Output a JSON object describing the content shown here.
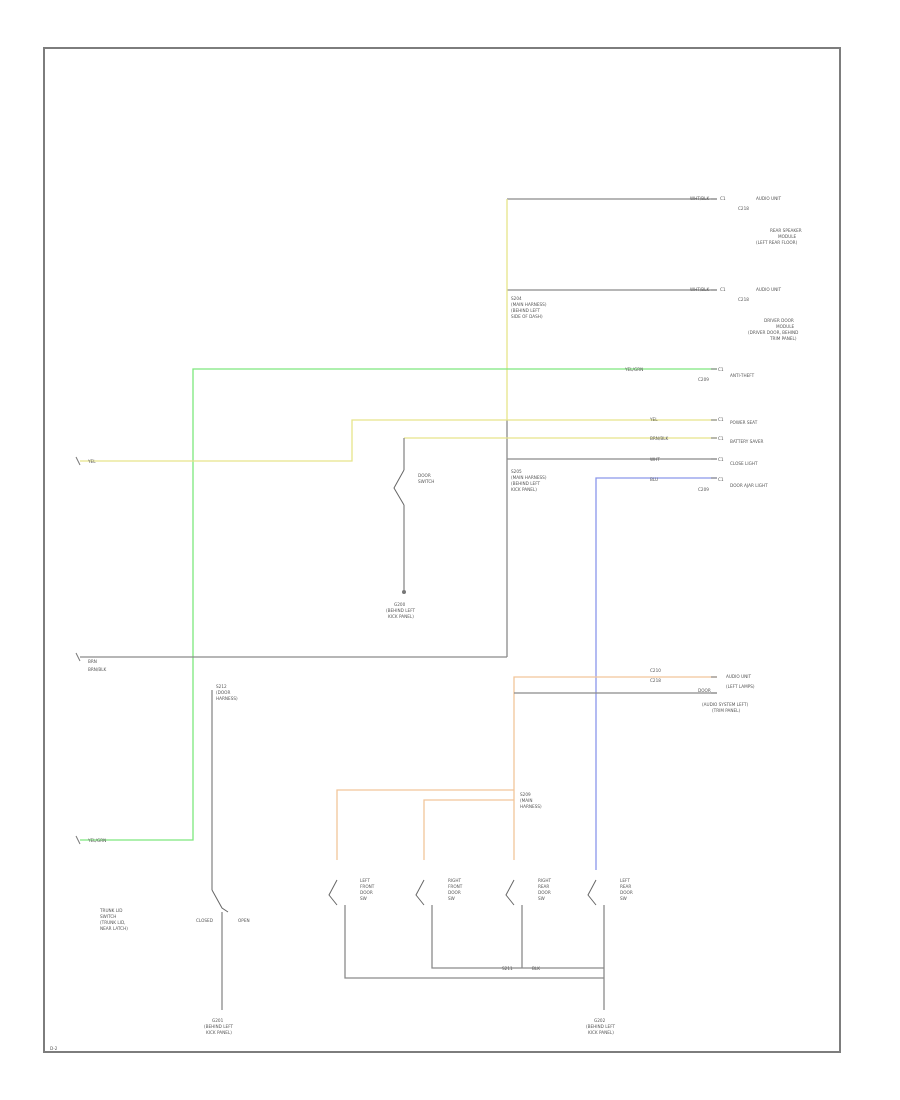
{
  "colors": {
    "frame": "#7d7d7d",
    "wire_black": "#8a8a8a",
    "wire_yellow": "#e6e48a",
    "wire_green": "#7de87d",
    "wire_blue": "#8a96ea",
    "wire_orange": "#f2c59a"
  },
  "labels": {
    "top_wire1_color": "WHT/BLK",
    "top_wire1_pin": "C1",
    "top_wire1_conn": "C218",
    "top_wire1_dest": "AUDIO UNIT",
    "top_wire1_dest2": "REAR SPEAKER",
    "top_wire1_dest3": "MODULE",
    "top_wire1_dest4": "(LEFT REAR FLOOR)",
    "top_wire2_color": "WHT/BLK",
    "top_wire2_pin": "C1",
    "top_wire2_conn": "C218",
    "top_wire2_dest": "AUDIO UNIT",
    "top_wire2_dest2": "DRIVER DOOR",
    "top_wire2_dest3": "MODULE",
    "top_wire2_dest4": "(DRIVER DOOR, BEHIND",
    "top_wire2_dest5": "TRIM PANEL)",
    "splice_top_1": "S204",
    "splice_top_2": "(MAIN HARNESS)",
    "splice_top_3": "(BEHIND LEFT",
    "splice_top_4": "SIDE OF DASH)",
    "green_wire_color": "YEL/GRN",
    "green_wire_pin": "C1",
    "green_wire_conn": "C209",
    "green_wire_dest": "ANTI-THEFT",
    "yel_wire_color": "YEL",
    "yel_wire_pin": "C1",
    "yel_wire_dest": "POWER SEAT",
    "blk_wire_color": "BRN/BLK",
    "blk_wire_pin": "C1",
    "blk_wire_dest": "BATTERY SAVER",
    "wht_wire_color": "WHT",
    "wht_wire_pin": "C1",
    "wht_wire_dest": "CLOSE LIGHT",
    "blu_wire_color": "BLU",
    "blu_wire_pin": "C1",
    "blu_wire_conn": "C209",
    "blu_wire_dest": "DOOR AJAR LIGHT",
    "left_yel": "YEL",
    "left_blk1": "BRN",
    "left_blk2": "BRN/BLK",
    "left_grn": "YEL/GRN",
    "sw_center_1": "DOOR",
    "sw_center_2": "SWITCH",
    "gnd_center_1": "G200",
    "gnd_center_2": "(BEHIND LEFT",
    "gnd_center_3": "KICK PANEL)",
    "splice_mid_1": "S205",
    "splice_mid_2": "(MAIN HARNESS)",
    "splice_mid_3": "(BEHIND LEFT",
    "splice_mid_4": "KICK PANEL)",
    "splice_left_1": "S212",
    "splice_left_2": "(DOOR",
    "splice_left_3": "HARNESS)",
    "trunk_sw_1": "TRUNK LID",
    "trunk_sw_2": "SWITCH",
    "trunk_sw_3": "(TRUNK LID,",
    "trunk_sw_4": "NEAR LATCH)",
    "trunk_sw_5": "CLOSED",
    "trunk_sw_6": "OPEN",
    "gnd_left_1": "G201",
    "gnd_left_2": "(BEHIND LEFT",
    "gnd_left_3": "KICK PANEL)",
    "right_conn_1": "C210",
    "right_conn_2": "C218",
    "right_conn_3": "DOOR",
    "right_dest_1": "AUDIO UNIT",
    "right_dest_2": "(LEFT LAMPS)",
    "right_dest_3": "(AUDIO SYSTEM LEFT)",
    "right_dest_4": "(TRIM PANEL)",
    "splice_lower_1": "S209",
    "splice_lower_2": "(MAIN",
    "splice_lower_3": "HARNESS)",
    "door_sw1_1": "LEFT",
    "door_sw1_2": "FRONT",
    "door_sw1_3": "DOOR",
    "door_sw1_4": "SW",
    "door_sw2_1": "RIGHT",
    "door_sw2_2": "FRONT",
    "door_sw2_3": "DOOR",
    "door_sw2_4": "SW",
    "door_sw3_1": "RIGHT",
    "door_sw3_2": "REAR",
    "door_sw3_3": "DOOR",
    "door_sw3_4": "SW",
    "door_sw4_1": "LEFT",
    "door_sw4_2": "REAR",
    "door_sw4_3": "DOOR",
    "door_sw4_4": "SW",
    "bottom_splice": "S211",
    "bottom_wire": "BLK",
    "gnd_right_1": "G202",
    "gnd_right_2": "(BEHIND LEFT",
    "gnd_right_3": "KICK PANEL)",
    "page_marker": "D-2"
  }
}
